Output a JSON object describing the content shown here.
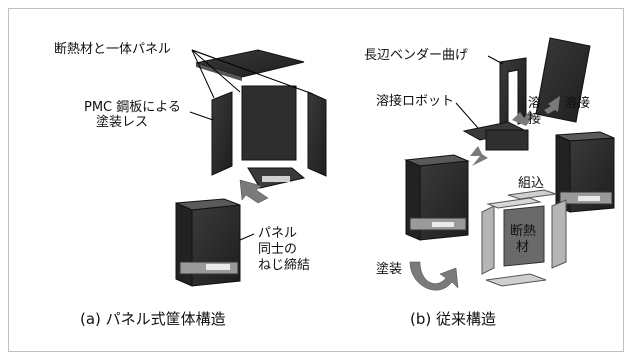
{
  "left_panel": {
    "label_insulation_panel": "断熱材と一体パネル",
    "label_pmc_line1": "PMC 鋼板による",
    "label_pmc_line2": "塗装レス",
    "label_screw_line1": "パネル",
    "label_screw_line2": "同士の",
    "label_screw_line3": "ねじ締結",
    "caption": "(a)  パネル式筐体構造"
  },
  "right_panel": {
    "label_bending": "長辺ベンダー曲げ",
    "label_robot": "溶接ロボット",
    "label_weld_vertical_1": "溶",
    "label_weld_vertical_2": "接",
    "label_weld": "溶接",
    "label_assembly": "組込",
    "label_insul_1": "断熱",
    "label_insul_2": "材",
    "label_paint": "塗装",
    "caption": "(b)  従来構造"
  },
  "colors": {
    "panel_dark": "#2b2b2b",
    "panel_mid": "#4a4a4a",
    "panel_light": "#c9c9c9",
    "arrow": "#6f6f6f",
    "border": "#bfbfbf"
  }
}
